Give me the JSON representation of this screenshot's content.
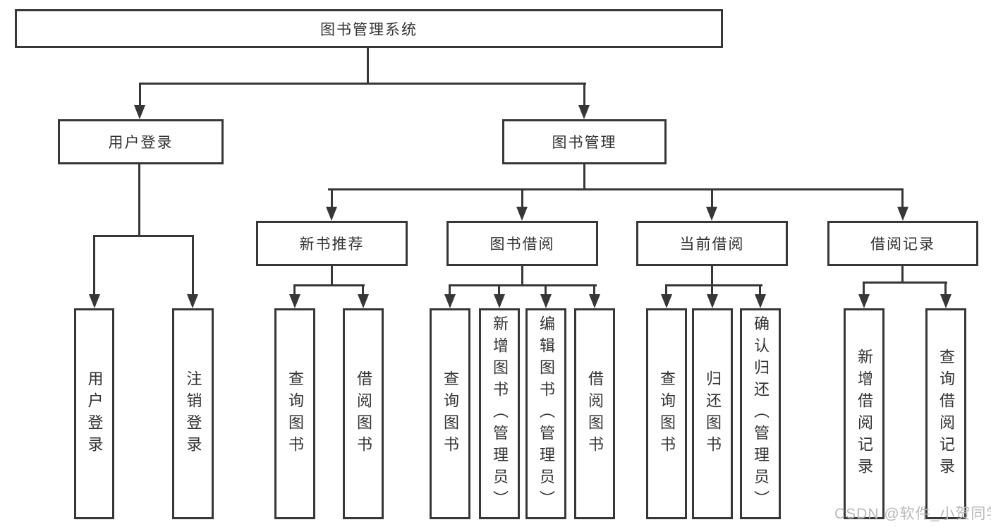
{
  "diagram": {
    "root": {
      "label": "图书管理系统"
    },
    "branches": {
      "user": {
        "label": "用户登录",
        "children": [
          "用户登录",
          "注销登录"
        ]
      },
      "mgmt": {
        "label": "图书管理",
        "sections": [
          {
            "label": "新书推荐",
            "children": [
              "查询图书",
              "借阅图书"
            ]
          },
          {
            "label": "图书借阅",
            "children": [
              "查询图书",
              "新增图书（管理员）",
              "编辑图书（管理员）",
              "借阅图书"
            ]
          },
          {
            "label": "当前借阅",
            "children": [
              "查询图书",
              "归还图书",
              "确认归还（管理员）"
            ]
          },
          {
            "label": "借阅记录",
            "children": [
              "新增借阅记录",
              "查询借阅记录"
            ]
          }
        ]
      }
    },
    "watermark": "CSDN @软件_小贺同学",
    "colors": {
      "line": "#373737",
      "text": "#333333",
      "watermark": "#b9b9b9"
    }
  }
}
